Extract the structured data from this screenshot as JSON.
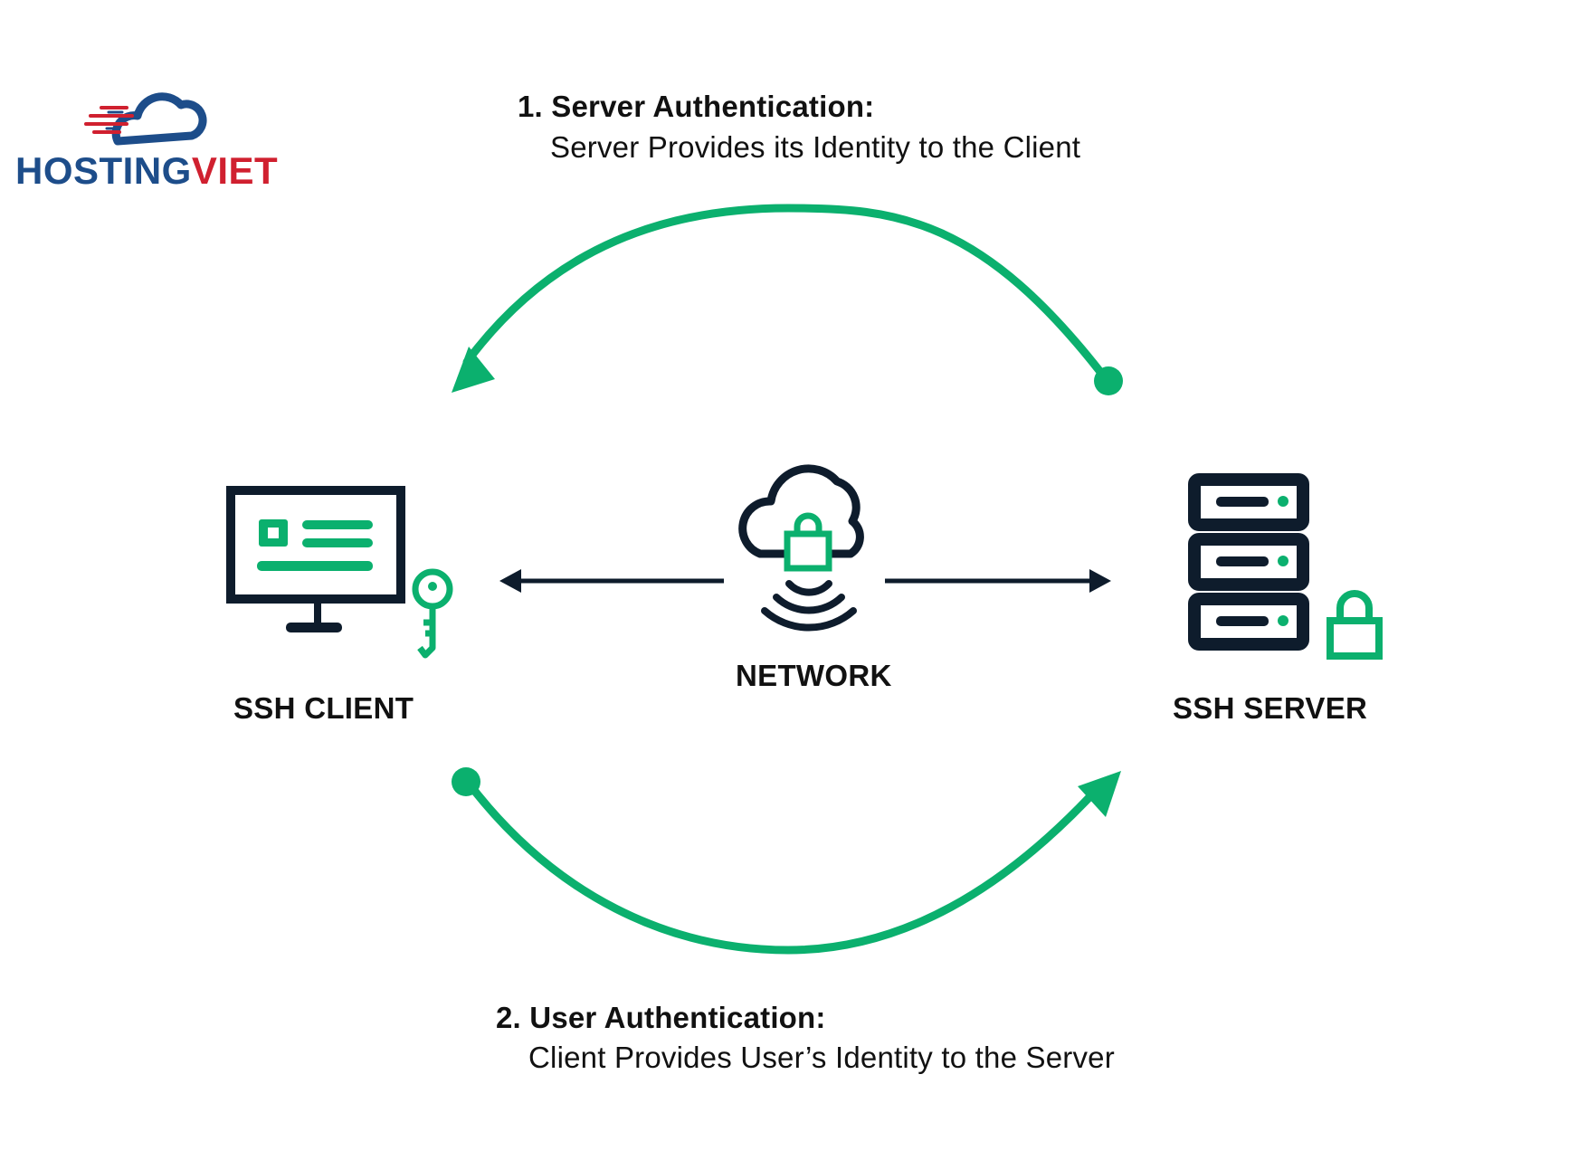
{
  "brand": {
    "logo_part1": "HOSTING",
    "logo_part2": "VIET",
    "color_primary": "#1d4d8a",
    "color_secondary": "#d0202f"
  },
  "steps": [
    {
      "title": "1. Server Authentication:",
      "description": "Server Provides its Identity to the Client",
      "direction": "server-to-client"
    },
    {
      "title": "2. User Authentication:",
      "description": "Client Provides User’s Identity to the Server",
      "direction": "client-to-server"
    }
  ],
  "nodes": {
    "client": {
      "label": "SSH CLIENT",
      "icon": "monitor-with-key-icon"
    },
    "network": {
      "label": "NETWORK",
      "icon": "cloud-lock-wireless-icon"
    },
    "server": {
      "label": "SSH SERVER",
      "icon": "server-rack-with-lock-icon"
    }
  },
  "colors": {
    "accent": "#0bb06e",
    "dark": "#0e1c2c",
    "text": "#111111"
  }
}
